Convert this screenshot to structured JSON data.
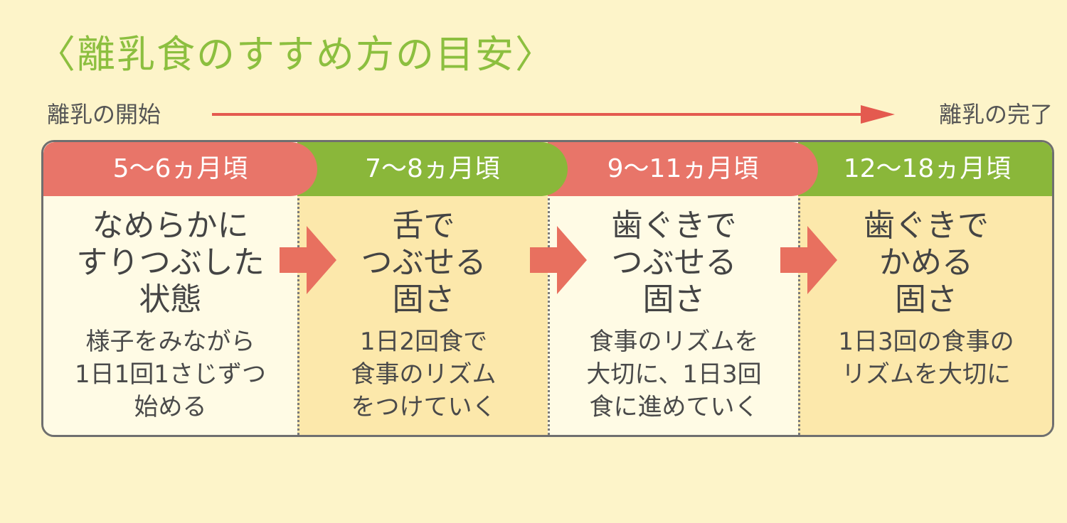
{
  "title": "〈離乳食のすすめ方の目安〉",
  "timeline": {
    "start_label": "離乳の開始",
    "end_label": "離乳の完了",
    "arrow_color": "#e45a4f"
  },
  "colors": {
    "title_green": "#8cbf3f",
    "header_red": "#e87569",
    "header_green": "#8ab73a",
    "arrow_red": "#e8705f",
    "column_light": "#fffbe5",
    "column_dark": "#fce8ab",
    "background": "#fdf4c9"
  },
  "stages": [
    {
      "period": "5～6ヵ月頃",
      "header_color": "red",
      "texture": [
        "なめらかに",
        "すりつぶした",
        "状態"
      ],
      "note": [
        "様子をみながら",
        "1日1回1さじずつ",
        "始める"
      ]
    },
    {
      "period": "7～8ヵ月頃",
      "header_color": "green",
      "texture": [
        "舌で",
        "つぶせる",
        "固さ"
      ],
      "note": [
        "1日2回食で",
        "食事のリズム",
        "をつけていく"
      ]
    },
    {
      "period": "9～11ヵ月頃",
      "header_color": "red",
      "texture": [
        "歯ぐきで",
        "つぶせる",
        "固さ"
      ],
      "note": [
        "食事のリズムを",
        "大切に、1日3回",
        "食に進めていく"
      ]
    },
    {
      "period": "12～18ヵ月頃",
      "header_color": "green",
      "texture": [
        "歯ぐきで",
        "かめる",
        "固さ"
      ],
      "note": [
        "1日3回の食事の",
        "リズムを大切に"
      ]
    }
  ]
}
